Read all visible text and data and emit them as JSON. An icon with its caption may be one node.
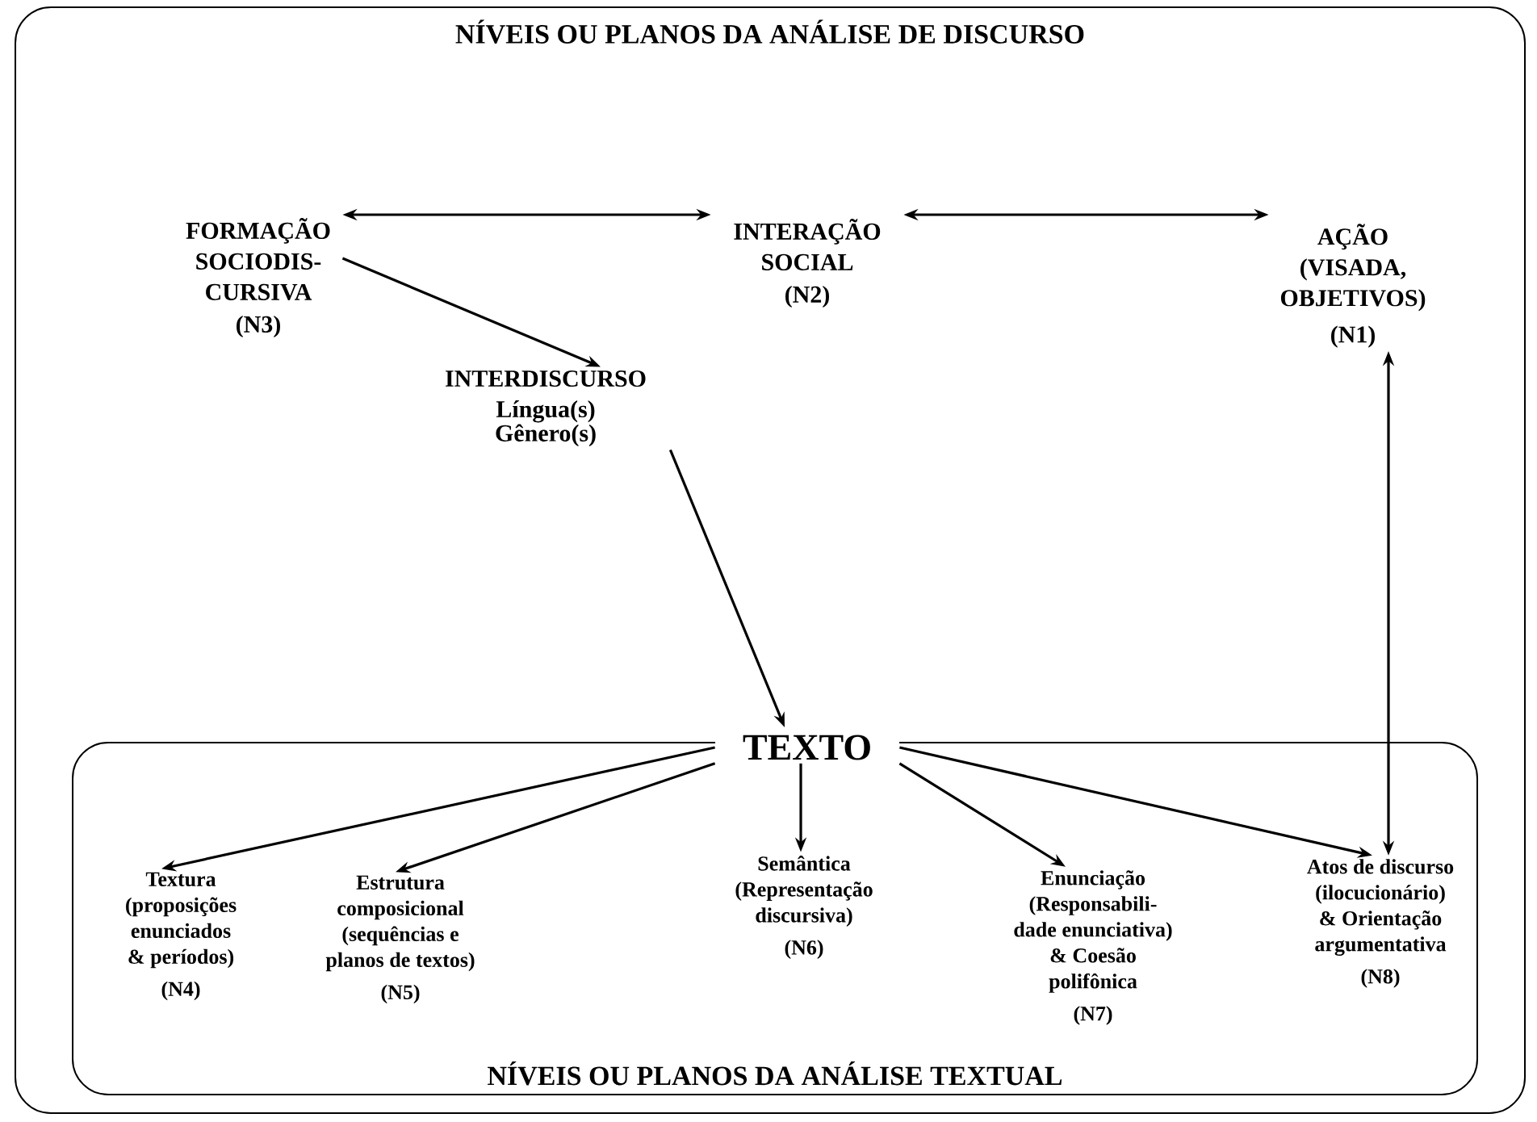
{
  "diagram": {
    "nodes": [
      {
        "text": [
          "NÍVEIS OU PLANOS DA ANÁLISE DE DISCURSO"
        ]
      },
      {
        "text": [
          "FORMAÇÃO SOCIODIS- CURSIVA",
          "(N3)"
        ],
        "in": 0
      },
      {
        "text": [
          "INTERAÇÃO SOCIAL",
          "(N2)"
        ],
        "in": 0
      },
      {
        "text": [
          "AÇÃO (VISADA, OBJETIVOS)",
          "(N1)"
        ],
        "in": 0
      },
      {
        "text": [
          "INTERDISCURSO",
          "Língua(s)",
          "Gênero(s)"
        ],
        "in": 0
      },
      {
        "text": [
          "NÍVEIS OU PLANOS DA ANÁLISE TEXTUAL"
        ],
        "in": 0
      },
      {
        "text": [
          "TEXTO"
        ],
        "in": 5
      },
      {
        "text": [
          "Textura (proposições enunciados & períodos)",
          "(N4)"
        ],
        "in": 5
      },
      {
        "text": [
          "Estrutura composicional (sequências e planos de textos)",
          "(N5)"
        ],
        "in": 5
      },
      {
        "text": [
          "Semântica (Representação discursiva)",
          "(N6)"
        ],
        "in": 5
      },
      {
        "text": [
          "Enunciação (Responsabili- dade enunciativa) & Coesão polifônica",
          "(N7)"
        ],
        "in": 5
      },
      {
        "text": [
          "Atos de discurso (ilocucionário) & Orientação argumentativa",
          "(N8)"
        ],
        "in": 5
      }
    ],
    "edges": [
      {
        "from": 1,
        "to": 2,
        "arrow": "both"
      },
      {
        "from": 2,
        "to": 3,
        "arrow": "both"
      },
      {
        "from": 1,
        "to": 4,
        "arrow": "to"
      },
      {
        "from": 4,
        "to": 5,
        "arrow": "to"
      },
      {
        "from": 3,
        "to": 11,
        "arrow": "both"
      },
      {
        "from": 6,
        "to": 7,
        "arrow": "to"
      },
      {
        "from": 6,
        "to": 8,
        "arrow": "to"
      },
      {
        "from": 6,
        "to": 9,
        "arrow": "to"
      },
      {
        "from": 6,
        "to": 10,
        "arrow": "to"
      },
      {
        "from": 6,
        "to": 11,
        "arrow": "to"
      }
    ]
  }
}
